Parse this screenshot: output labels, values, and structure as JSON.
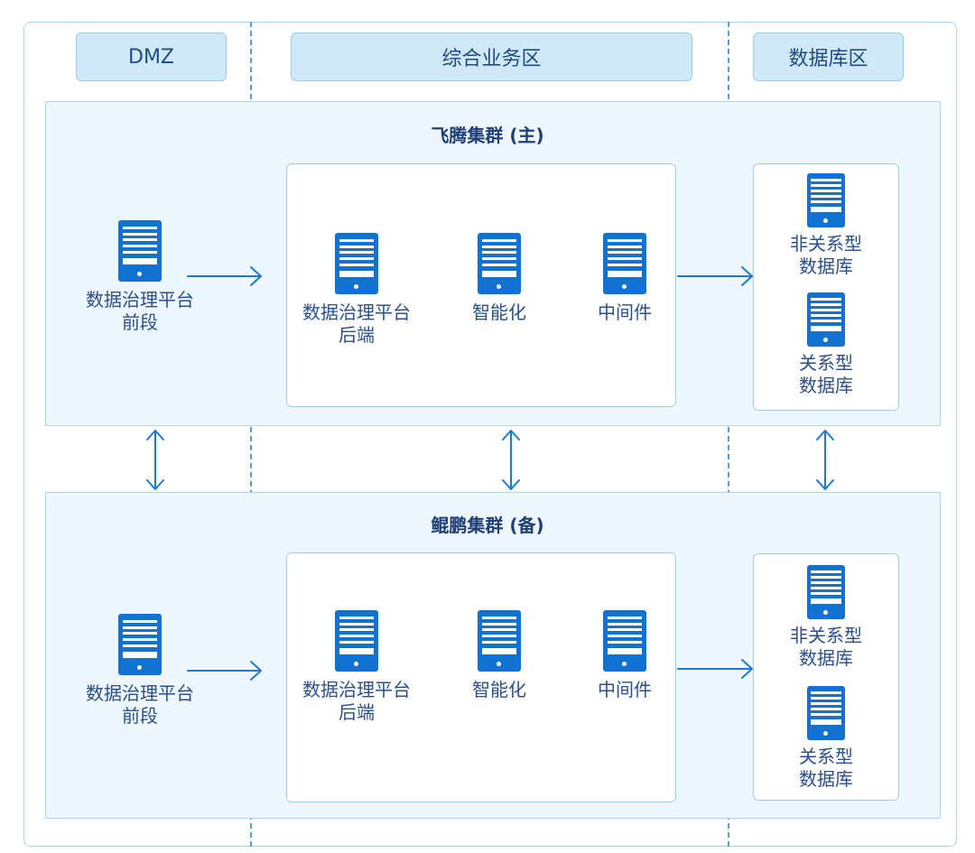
{
  "zones": {
    "dmz": "DMZ",
    "business": "综合业务区",
    "database": "数据库区"
  },
  "clusters": [
    {
      "title": "飞腾集群 (主)",
      "frontend": "数据治理平台\n前段",
      "backend": "数据治理平台\n后端",
      "ai": "智能化",
      "middleware": "中间件",
      "nonrelational_db": "非关系型\n数据库",
      "relational_db": "关系型\n数据库"
    },
    {
      "title": "鲲鹏集群 (备)",
      "frontend": "数据治理平台\n前段",
      "backend": "数据治理平台\n后端",
      "ai": "智能化",
      "middleware": "中间件",
      "nonrelational_db": "非关系型\n数据库",
      "relational_db": "关系型\n数据库"
    }
  ],
  "colors": {
    "accent": "#1272d1",
    "zone_header_fill": "#cfe9f8",
    "cluster_fill": "#eef7fd",
    "border": "#a9d3ee"
  }
}
